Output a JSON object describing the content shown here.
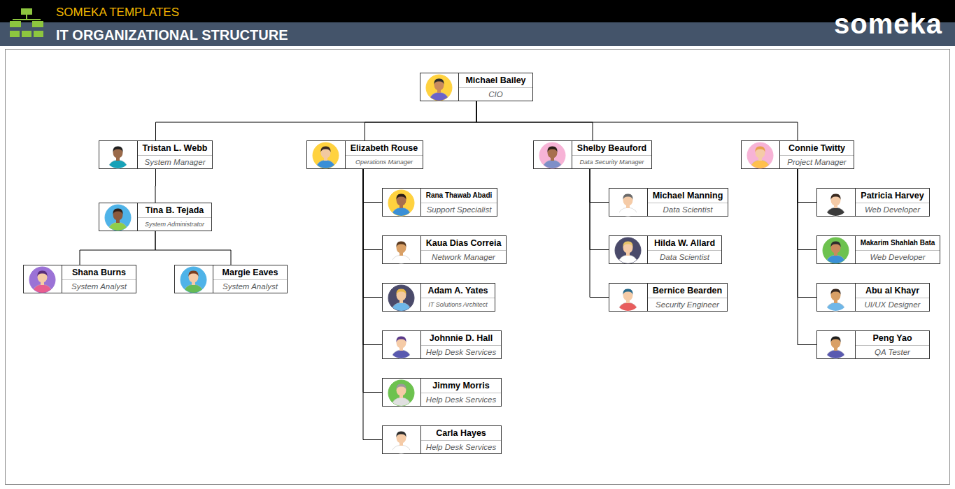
{
  "diagram": {
    "title": "IT ORGANIZATIONAL STRUCTURE",
    "nodes": [
      {
        "text": [
          "Michael Bailey",
          "CIO"
        ]
      },
      {
        "text": [
          "Tristan L. Webb",
          "System Manager"
        ]
      },
      {
        "text": [
          "Elizabeth Rouse",
          "Operations Manager"
        ]
      },
      {
        "text": [
          "Shelby Beauford",
          "Data Security Manager"
        ]
      },
      {
        "text": [
          "Connie Twitty",
          "Project Manager"
        ]
      },
      {
        "text": [
          "Tina B. Tejada",
          "System Administrator"
        ]
      },
      {
        "text": [
          "Shana Burns",
          "System Analyst"
        ]
      },
      {
        "text": [
          "Margie Eaves",
          "System Analyst"
        ]
      },
      {
        "text": [
          "Rana Thawab Abadi",
          "Support Specialist"
        ]
      },
      {
        "text": [
          "Kaua Dias Correia",
          "Network Manager"
        ]
      },
      {
        "text": [
          "Adam A. Yates",
          "IT Solutions Architect"
        ]
      },
      {
        "text": [
          "Johnnie D. Hall",
          "Help Desk Services"
        ]
      },
      {
        "text": [
          "Jimmy Morris",
          "Help Desk Services"
        ]
      },
      {
        "text": [
          "Carla Hayes",
          "Help Desk Services"
        ]
      },
      {
        "text": [
          "Michael Manning",
          "Data Scientist"
        ]
      },
      {
        "text": [
          "Hilda W. Allard",
          "Data Scientist"
        ]
      },
      {
        "text": [
          "Bernice Bearden",
          "Security Engineer"
        ]
      },
      {
        "text": [
          "Patricia Harvey",
          "Web Developer"
        ]
      },
      {
        "text": [
          "Makarim Shahlah Bata",
          "Web Developer"
        ]
      },
      {
        "text": [
          "Abu al Khayr",
          "UI/UX Designer"
        ]
      },
      {
        "text": [
          "Peng Yao",
          "QA Tester"
        ]
      }
    ],
    "edges": [
      {
        "from": 0,
        "to": 1,
        "arrow": "none"
      },
      {
        "from": 0,
        "to": 2,
        "arrow": "none"
      },
      {
        "from": 0,
        "to": 3,
        "arrow": "none"
      },
      {
        "from": 0,
        "to": 4,
        "arrow": "none"
      },
      {
        "from": 1,
        "to": 5,
        "arrow": "none"
      },
      {
        "from": 5,
        "to": 6,
        "arrow": "none"
      },
      {
        "from": 5,
        "to": 7,
        "arrow": "none"
      },
      {
        "from": 2,
        "to": 8,
        "arrow": "none"
      },
      {
        "from": 2,
        "to": 9,
        "arrow": "none"
      },
      {
        "from": 2,
        "to": 10,
        "arrow": "none"
      },
      {
        "from": 2,
        "to": 11,
        "arrow": "none"
      },
      {
        "from": 2,
        "to": 12,
        "arrow": "none"
      },
      {
        "from": 2,
        "to": 13,
        "arrow": "none"
      },
      {
        "from": 3,
        "to": 14,
        "arrow": "none"
      },
      {
        "from": 3,
        "to": 15,
        "arrow": "none"
      },
      {
        "from": 3,
        "to": 16,
        "arrow": "none"
      },
      {
        "from": 4,
        "to": 17,
        "arrow": "none"
      },
      {
        "from": 4,
        "to": 18,
        "arrow": "none"
      },
      {
        "from": 4,
        "to": 19,
        "arrow": "none"
      },
      {
        "from": 4,
        "to": 20,
        "arrow": "none"
      }
    ],
    "labels": [
      "SOMEKA TEMPLATES",
      "someka"
    ]
  }
}
